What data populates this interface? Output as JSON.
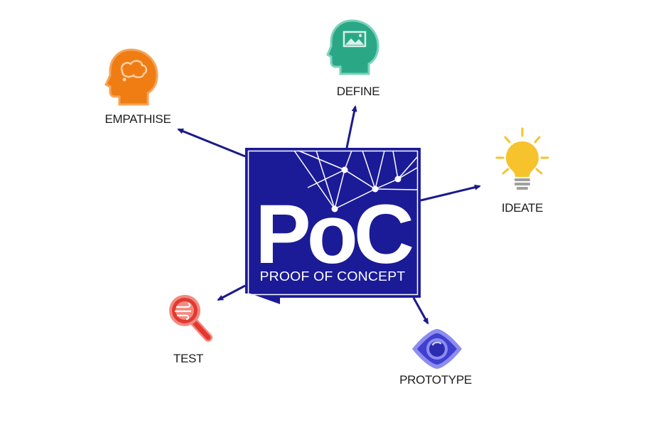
{
  "center": {
    "logo_text": "PoC",
    "subtitle": "PROOF OF CONCEPT"
  },
  "nodes": {
    "empathise": {
      "label": "EMPATHISE",
      "icon": "head-thought-bubble-icon"
    },
    "define": {
      "label": "DEFINE",
      "icon": "head-image-icon"
    },
    "ideate": {
      "label": "IDEATE",
      "icon": "lightbulb-icon"
    },
    "prototype": {
      "label": "PROTOTYPE",
      "icon": "eye-icon"
    },
    "test": {
      "label": "TEST",
      "icon": "magnifier-icon"
    }
  },
  "colors": {
    "navy": "#1b1b97",
    "arrow": "#1a1a8c",
    "empathise": "#ef7d14",
    "define": "#2aa886",
    "ideate": "#f7c32c",
    "prototype": "#3f3fd0",
    "test": "#e4382f"
  }
}
